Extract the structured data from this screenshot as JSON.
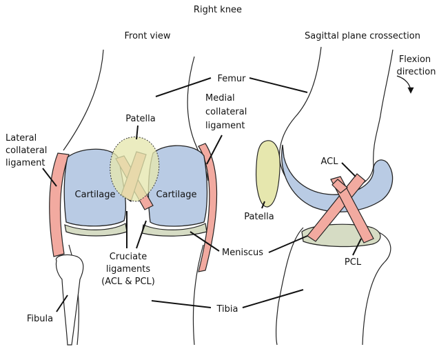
{
  "title": "Right knee",
  "front_view": {
    "heading": "Front view",
    "labels": {
      "femur": "Femur",
      "patella": "Patella",
      "medial_line1": "Medial",
      "medial_line2": "collateral",
      "medial_line3": "ligament",
      "lateral_line1": "Lateral",
      "lateral_line2": "collateral",
      "lateral_line3": "ligament",
      "cartilage_left": "Cartilage",
      "cartilage_right": "Cartilage",
      "cruciate_line1": "Cruciate",
      "cruciate_line2": "ligaments",
      "cruciate_line3": "(ACL & PCL)",
      "meniscus": "Meniscus",
      "fibula": "Fibula",
      "tibia": "Tibia"
    }
  },
  "sagittal_view": {
    "heading": "Sagittal plane crossection",
    "labels": {
      "flexion_line1": "Flexion",
      "flexion_line2": "direction",
      "acl": "ACL",
      "patella": "Patella",
      "pcl": "PCL"
    }
  },
  "colors": {
    "cartilage": "#b9cbe4",
    "ligament": "#f2aaa0",
    "meniscus": "#d6dcc4",
    "patella": "#e6e7ae",
    "outline": "#222222"
  }
}
